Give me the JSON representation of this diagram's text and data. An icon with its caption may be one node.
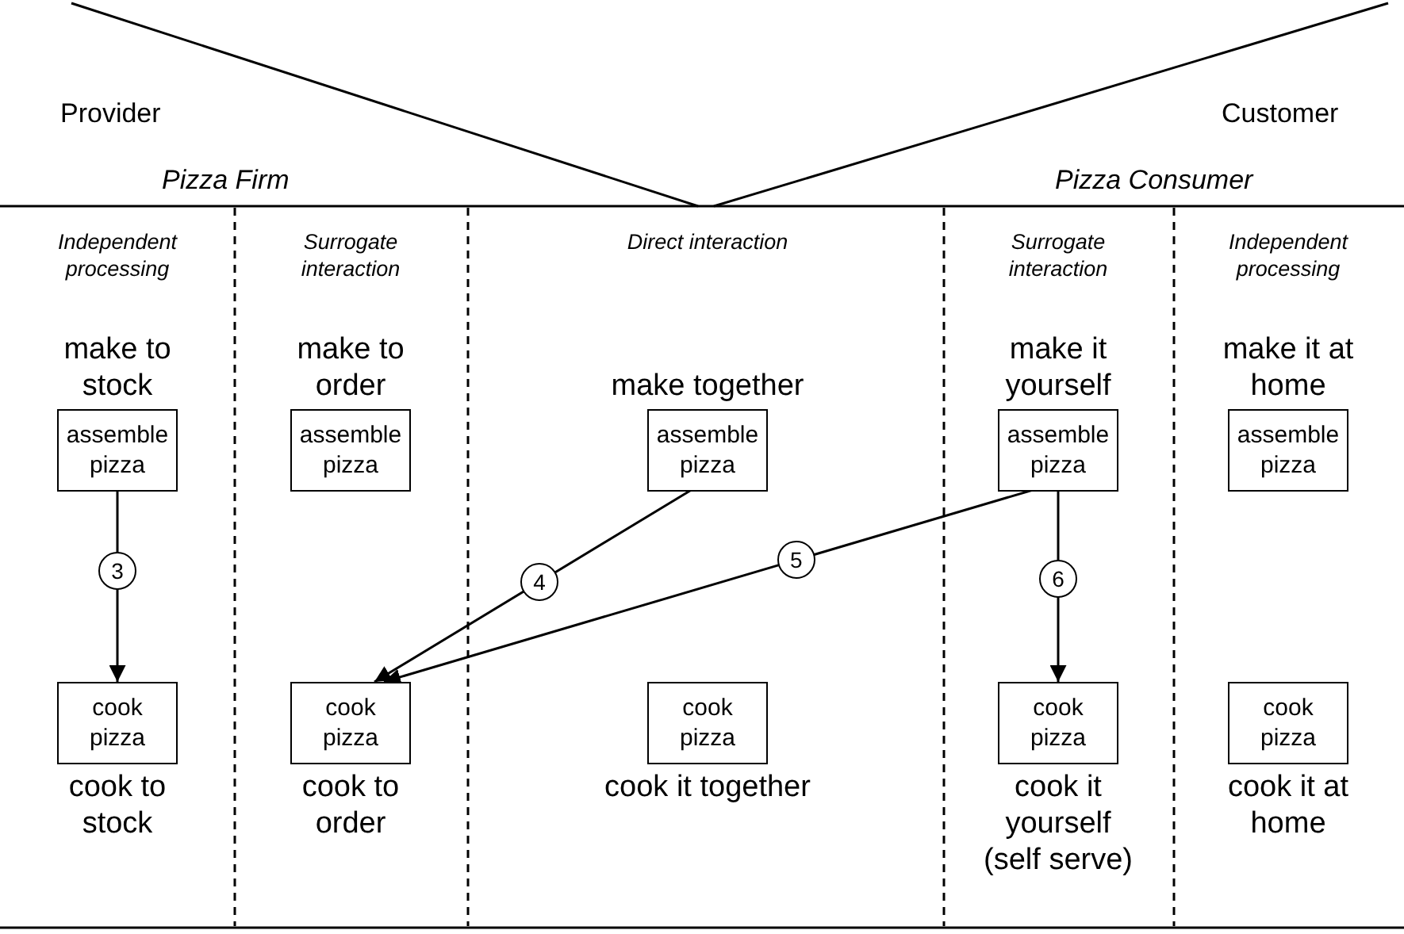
{
  "diagram": {
    "nodes": [
      {
        "text": [
          "assemble pizza"
        ],
        "beside": [
          "make to stock"
        ]
      },
      {
        "text": [
          "assemble pizza"
        ],
        "beside": [
          "make to order"
        ]
      },
      {
        "text": [
          "assemble pizza"
        ],
        "beside": [
          "make together"
        ]
      },
      {
        "text": [
          "assemble pizza"
        ],
        "beside": [
          "make it yourself"
        ]
      },
      {
        "text": [
          "assemble pizza"
        ],
        "beside": [
          "make it at home"
        ]
      },
      {
        "text": [
          "cook pizza"
        ],
        "beside": [
          "cook to stock"
        ]
      },
      {
        "text": [
          "cook pizza"
        ],
        "beside": [
          "cook to order"
        ]
      },
      {
        "text": [
          "cook pizza"
        ],
        "beside": [
          "cook it together"
        ]
      },
      {
        "text": [
          "cook pizza"
        ],
        "beside": [
          "cook it yourself (self serve)"
        ]
      },
      {
        "text": [
          "cook pizza"
        ],
        "beside": [
          "cook it at home"
        ]
      }
    ],
    "edges": [
      {
        "from": 0,
        "to": 5,
        "arrow": "to",
        "label": "3"
      },
      {
        "from": 2,
        "to": 6,
        "arrow": "to",
        "label": "4"
      },
      {
        "from": 3,
        "to": 6,
        "arrow": "to",
        "label": "5"
      },
      {
        "from": 3,
        "to": 8,
        "arrow": "to",
        "label": "6"
      }
    ],
    "labels": [
      "Provider",
      "Customer",
      "Pizza Firm",
      "Pizza Consumer",
      "Independent processing",
      "Surrogate interaction",
      "Direct interaction",
      "Surrogate interaction",
      "Independent processing"
    ]
  }
}
